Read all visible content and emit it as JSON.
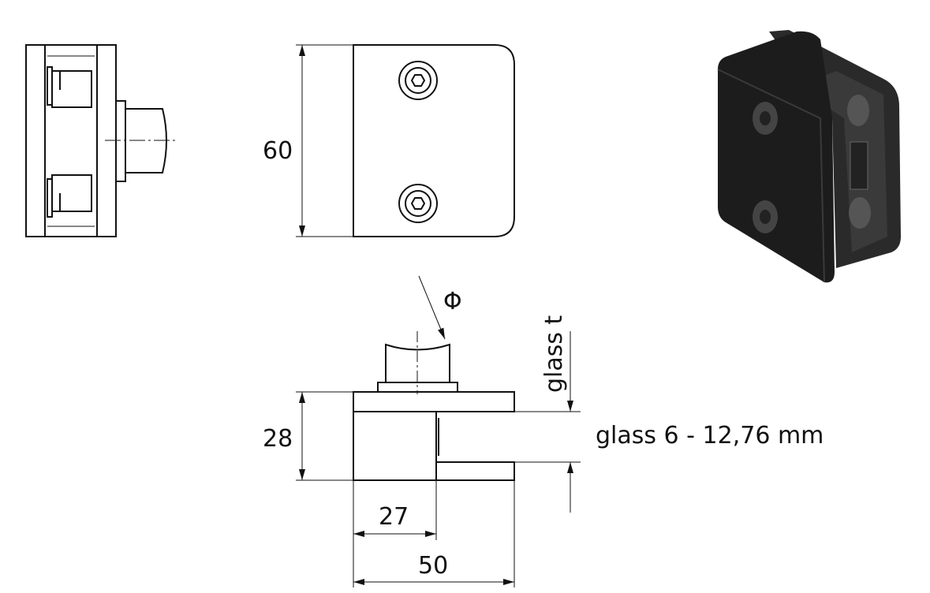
{
  "drawing": {
    "front_view": {
      "height_dim": "60"
    },
    "bottom_view": {
      "height_dim": "28",
      "slot_depth_dim": "27",
      "width_dim": "50",
      "diameter_symbol": "Φ",
      "glass_thickness_label": "glass t",
      "glass_range_label": "glass 6 - 12,76 mm"
    }
  },
  "colors": {
    "line": "#111111",
    "product": "#1c1c1c"
  }
}
